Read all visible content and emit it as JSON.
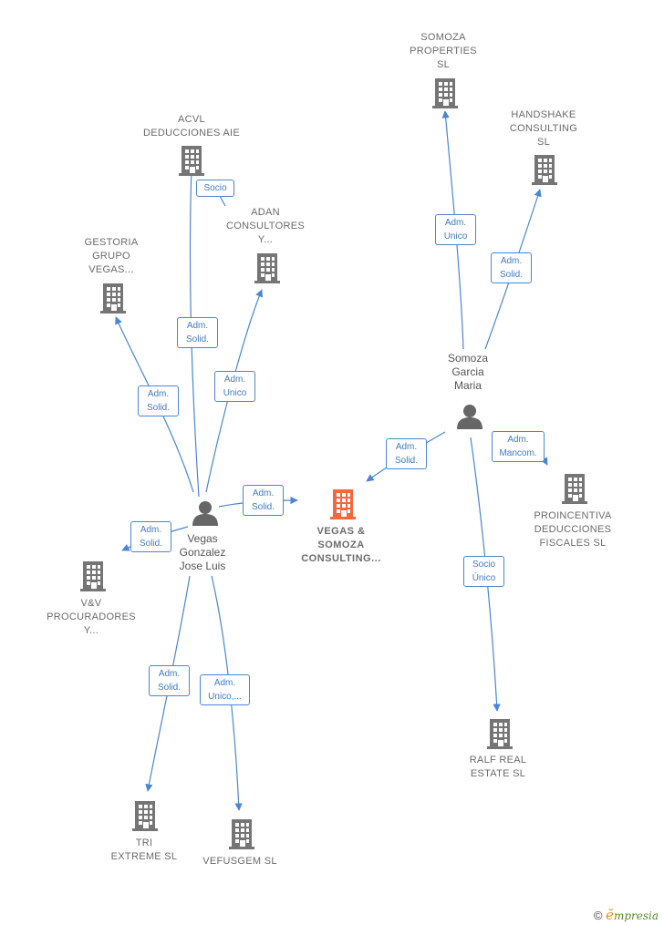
{
  "colors": {
    "edge": "#4a86d4",
    "company_icon": "#757575",
    "focus_icon": "#f4683a",
    "person_icon": "#666666"
  },
  "nodes": {
    "acvl": "ACVL\nDEDUCCIONES AIE",
    "adan": "ADAN\nCONSULTORES\nY...",
    "gestoria": "GESTORIA\nGRUPO\nVEGAS...",
    "somoza_properties": "SOMOZA\nPROPERTIES\nSL",
    "handshake": "HANDSHAKE\nCONSULTING\nSL",
    "somoza_person": "Somoza\nGarcia\nMaria",
    "vegas_person": "Vegas\nGonzalez\nJose Luis",
    "vegas_somoza": "VEGAS &\nSOMOZA\nCONSULTING...",
    "proincentiva": "PROINCENTIVA\nDEDUCCIONES\nFISCALES  SL",
    "vv": "V&V\nPROCURADORES\nY...",
    "ralf": "RALF REAL\nESTATE  SL",
    "tri": "TRI\nEXTREME SL",
    "vefusgem": "VEFUSGEM SL"
  },
  "edges": {
    "socio_acvl": "Socio",
    "vegas_acvl": "Adm.\nSolid.",
    "vegas_adan": "Adm.\nUnico",
    "vegas_gestoria": "Adm.\nSolid.",
    "vegas_focus": "Adm.\nSolid.",
    "vegas_vv": "Adm.\nSolid.",
    "vegas_tri": "Adm.\nSolid.",
    "vegas_vefusgem": "Adm.\nUnico,...",
    "somoza_properties": "Adm.\nUnico",
    "somoza_handshake": "Adm.\nSolid.",
    "somoza_focus": "Adm.\nSolid.",
    "somoza_proincentiva": "Adm.\nMancom.",
    "somoza_ralf": "Socio\nÚnico"
  },
  "footer": {
    "copyright": "©",
    "brand_initial": "ĕ",
    "brand_rest": "mpresia"
  }
}
